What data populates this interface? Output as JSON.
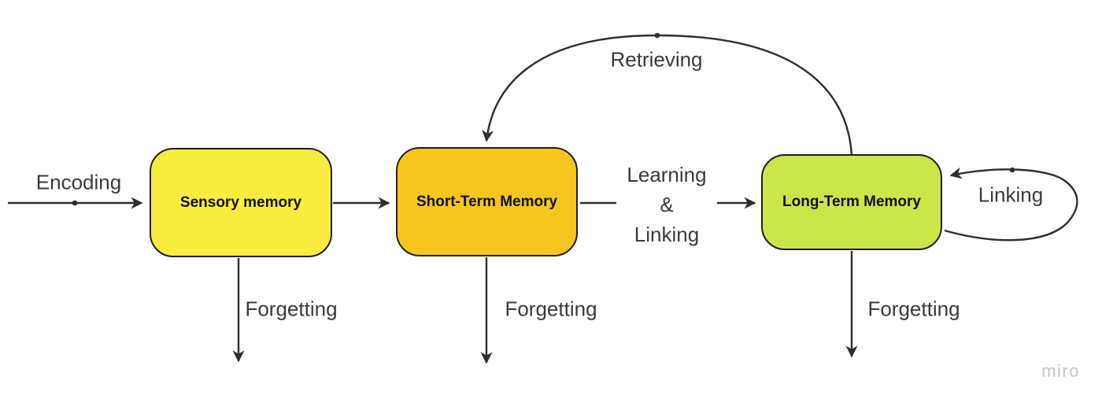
{
  "diagram": {
    "type": "flowchart",
    "nodes": [
      {
        "id": "sensory-memory",
        "label": "Sensory memory",
        "fill": "#F8EC3F"
      },
      {
        "id": "short-term-memory",
        "label": "Short-Term Memory",
        "fill": "#F6C51E"
      },
      {
        "id": "long-term-memory",
        "label": "Long-Term Memory",
        "fill": "#CBE649"
      }
    ],
    "edges": {
      "encoding": {
        "label": "Encoding",
        "from": "input",
        "to": "sensory-memory"
      },
      "transfer_1": {
        "label": "",
        "from": "sensory-memory",
        "to": "short-term-memory"
      },
      "transfer_2": {
        "label_lines": [
          "Learning",
          "&",
          "Linking"
        ],
        "from": "short-term-memory",
        "to": "long-term-memory"
      },
      "retrieving": {
        "label": "Retrieving",
        "from": "long-term-memory",
        "to": "short-term-memory"
      },
      "linking": {
        "label": "Linking",
        "from": "long-term-memory",
        "to": "long-term-memory"
      },
      "forgetting_sensory": {
        "label": "Forgetting",
        "from": "sensory-memory"
      },
      "forgetting_short_term": {
        "label": "Forgetting",
        "from": "short-term-memory"
      },
      "forgetting_long_term": {
        "label": "Forgetting",
        "from": "long-term-memory"
      }
    },
    "colors": {
      "background": "#ffffff",
      "node_border": "#1f1f1f",
      "node_text": "#111111",
      "edge_stroke": "#2e2e2e",
      "edge_label_text": "#3a3a3a",
      "watermark_text": "#c4c6cf"
    },
    "watermark": "miro"
  }
}
